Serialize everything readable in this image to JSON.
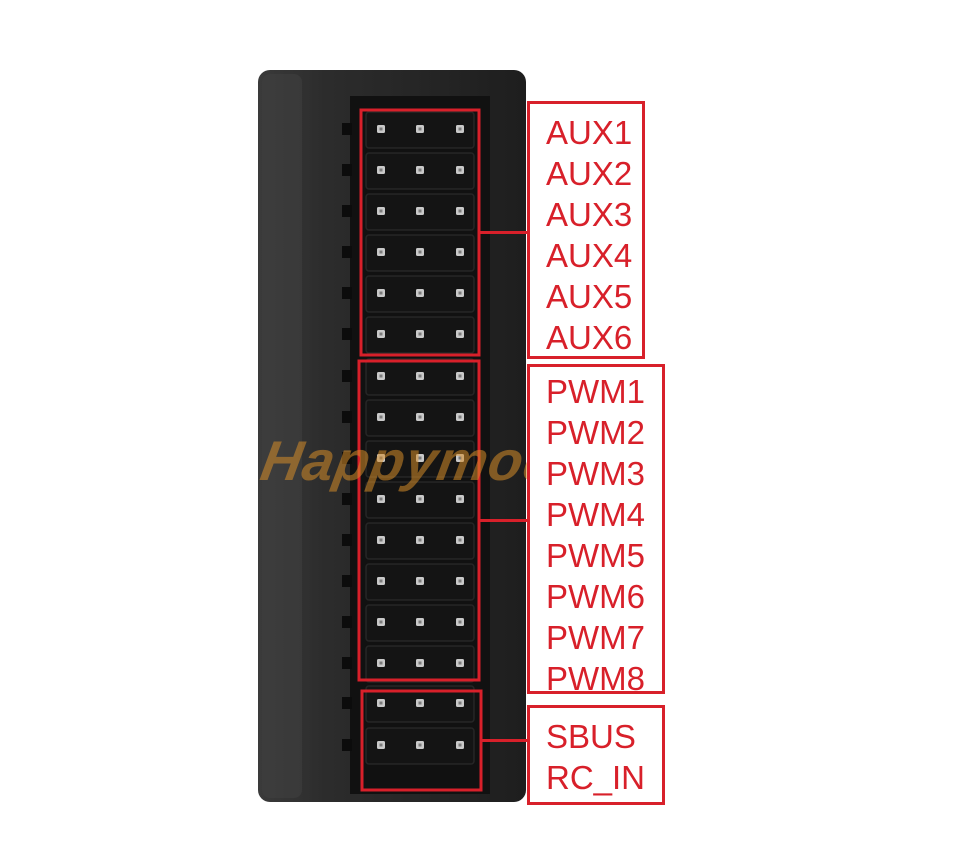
{
  "watermark": "Happymodel",
  "groups": [
    {
      "id": "aux",
      "labels": [
        "AUX1",
        "AUX2",
        "AUX3",
        "AUX4",
        "AUX5",
        "AUX6"
      ]
    },
    {
      "id": "pwm",
      "labels": [
        "PWM1",
        "PWM2",
        "PWM3",
        "PWM4",
        "PWM5",
        "PWM6",
        "PWM7",
        "PWM8"
      ]
    },
    {
      "id": "rc",
      "labels": [
        "SBUS",
        "RC_IN"
      ]
    }
  ],
  "colors": {
    "highlight": "#d8202a",
    "housing": "#2a2a2a",
    "header": "#141414",
    "pin": "#c9c9c9",
    "watermark": "#d68c28"
  }
}
